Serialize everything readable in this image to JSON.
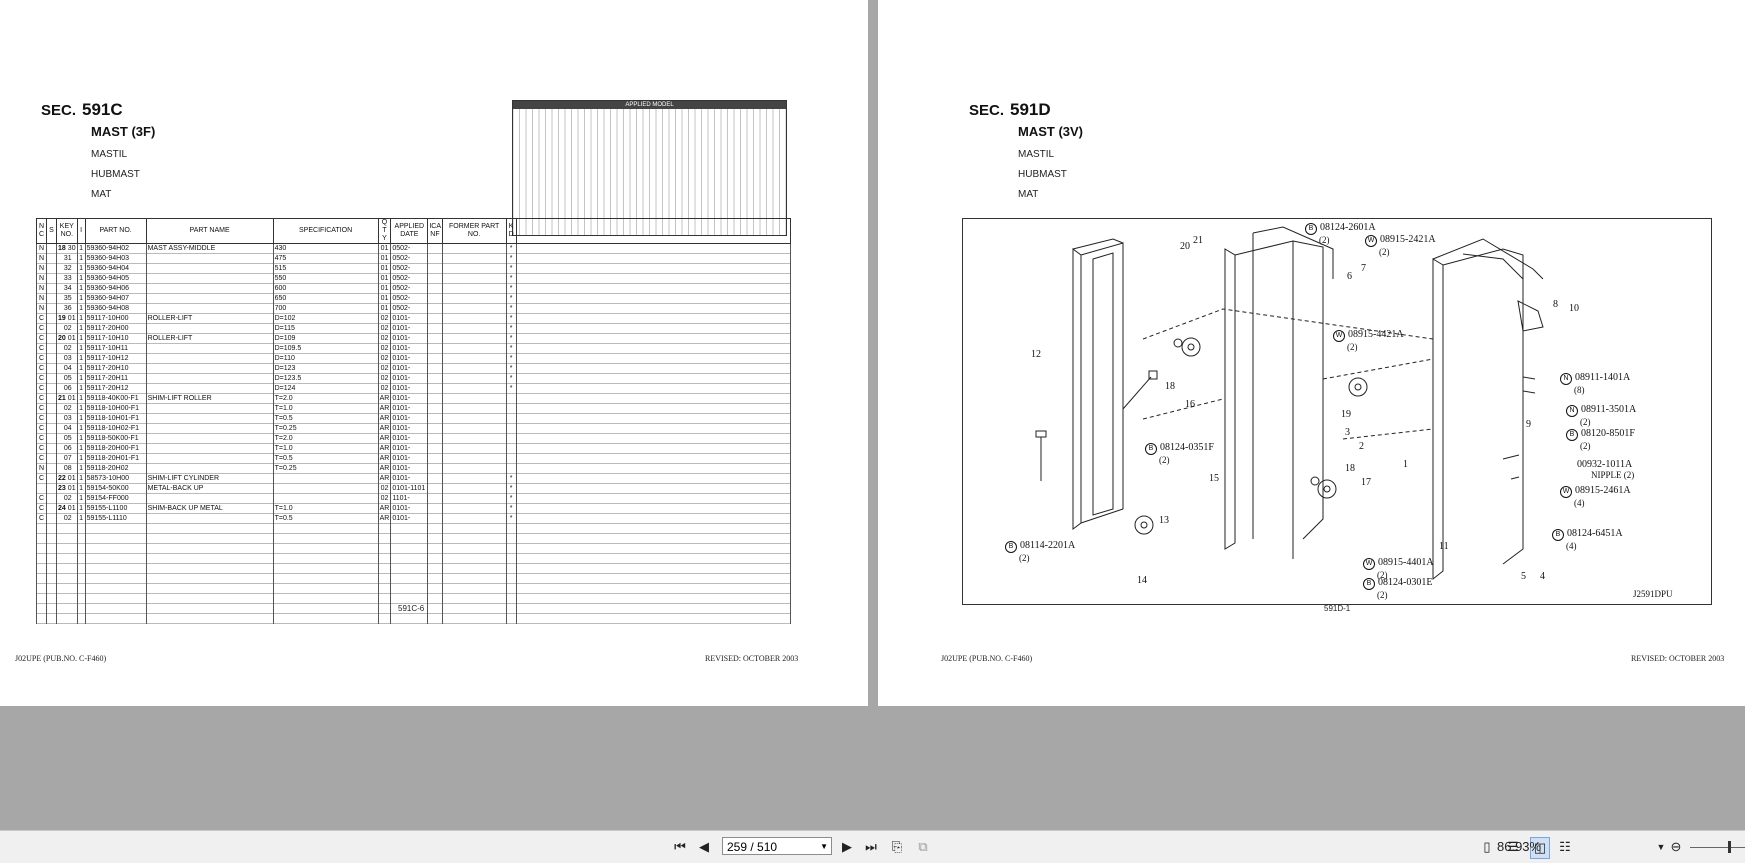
{
  "left_page": {
    "sec_label": "SEC.",
    "sec_number": "591C",
    "title": "MAST (3F)",
    "subtitles": [
      "MASTIL",
      "HUBMAST",
      "MAT"
    ],
    "applied_model_header": "APPLIED MODEL",
    "columns": {
      "nc": "N C",
      "s": "S",
      "key_no": "KEY NO.",
      "qty_i": "I",
      "part_no": "PART NO.",
      "part_name": "PART NAME",
      "spec": "SPECIFICATION",
      "q": "Q T Y",
      "applied_date": "APPLIED DATE",
      "ica": "ICA NF",
      "former": "FORMER PART NO.",
      "kd": "K D"
    },
    "rows": [
      {
        "nc": "N",
        "key": "18",
        "sub": "30",
        "qty": "1",
        "part_no": "59360-94H02",
        "name": "MAST ASSY-MIDDLE",
        "spec": "430",
        "q": "01",
        "date": "0502-",
        "kd": "*"
      },
      {
        "nc": "N",
        "key": "",
        "sub": "31",
        "qty": "1",
        "part_no": "59360-94H03",
        "name": "",
        "spec": "475",
        "q": "01",
        "date": "0502-",
        "kd": "*"
      },
      {
        "nc": "N",
        "key": "",
        "sub": "32",
        "qty": "1",
        "part_no": "59360-94H04",
        "name": "",
        "spec": "515",
        "q": "01",
        "date": "0502-",
        "kd": "*"
      },
      {
        "nc": "N",
        "key": "",
        "sub": "33",
        "qty": "1",
        "part_no": "59360-94H05",
        "name": "",
        "spec": "550",
        "q": "01",
        "date": "0502-",
        "kd": "*"
      },
      {
        "nc": "N",
        "key": "",
        "sub": "34",
        "qty": "1",
        "part_no": "59360-94H06",
        "name": "",
        "spec": "600",
        "q": "01",
        "date": "0502-",
        "kd": "*"
      },
      {
        "nc": "N",
        "key": "",
        "sub": "35",
        "qty": "1",
        "part_no": "59360-94H07",
        "name": "",
        "spec": "650",
        "q": "01",
        "date": "0502-",
        "kd": "*"
      },
      {
        "nc": "N",
        "key": "",
        "sub": "36",
        "qty": "1",
        "part_no": "59360-94H08",
        "name": "",
        "spec": "700",
        "q": "01",
        "date": "0502-",
        "kd": "*"
      },
      {
        "nc": "C",
        "key": "19",
        "sub": "01",
        "qty": "1",
        "part_no": "59117-10H00",
        "name": "ROLLER-LIFT",
        "spec": "D=102",
        "q": "02",
        "date": "0101-",
        "kd": "*"
      },
      {
        "nc": "C",
        "key": "",
        "sub": "02",
        "qty": "1",
        "part_no": "59117-20H00",
        "name": "",
        "spec": "D=115",
        "q": "02",
        "date": "0101-",
        "kd": "*"
      },
      {
        "nc": "C",
        "key": "20",
        "sub": "01",
        "qty": "1",
        "part_no": "59117-10H10",
        "name": "ROLLER-LIFT",
        "spec": "D=109",
        "q": "02",
        "date": "0101-",
        "kd": "*"
      },
      {
        "nc": "C",
        "key": "",
        "sub": "02",
        "qty": "1",
        "part_no": "59117-10H11",
        "name": "",
        "spec": "D=109.5",
        "q": "02",
        "date": "0101-",
        "kd": "*"
      },
      {
        "nc": "C",
        "key": "",
        "sub": "03",
        "qty": "1",
        "part_no": "59117-10H12",
        "name": "",
        "spec": "D=110",
        "q": "02",
        "date": "0101-",
        "kd": "*"
      },
      {
        "nc": "C",
        "key": "",
        "sub": "04",
        "qty": "1",
        "part_no": "59117-20H10",
        "name": "",
        "spec": "D=123",
        "q": "02",
        "date": "0101-",
        "kd": "*"
      },
      {
        "nc": "C",
        "key": "",
        "sub": "05",
        "qty": "1",
        "part_no": "59117-20H11",
        "name": "",
        "spec": "D=123.5",
        "q": "02",
        "date": "0101-",
        "kd": "*"
      },
      {
        "nc": "C",
        "key": "",
        "sub": "06",
        "qty": "1",
        "part_no": "59117-20H12",
        "name": "",
        "spec": "D=124",
        "q": "02",
        "date": "0101-",
        "kd": "*"
      },
      {
        "nc": "C",
        "key": "21",
        "sub": "01",
        "qty": "1",
        "part_no": "59118-40K00-F1",
        "name": "SHIM-LIFT ROLLER",
        "spec": "T=2.0",
        "q": "AR",
        "date": "0101-",
        "kd": ""
      },
      {
        "nc": "C",
        "key": "",
        "sub": "02",
        "qty": "1",
        "part_no": "59118-10H00-F1",
        "name": "",
        "spec": "T=1.0",
        "q": "AR",
        "date": "0101-",
        "kd": ""
      },
      {
        "nc": "C",
        "key": "",
        "sub": "03",
        "qty": "1",
        "part_no": "59118-10H01-F1",
        "name": "",
        "spec": "T=0.5",
        "q": "AR",
        "date": "0101-",
        "kd": ""
      },
      {
        "nc": "C",
        "key": "",
        "sub": "04",
        "qty": "1",
        "part_no": "59118-10H02-F1",
        "name": "",
        "spec": "T=0.25",
        "q": "AR",
        "date": "0101-",
        "kd": ""
      },
      {
        "nc": "C",
        "key": "",
        "sub": "05",
        "qty": "1",
        "part_no": "59118-50K00-F1",
        "name": "",
        "spec": "T=2.0",
        "q": "AR",
        "date": "0101-",
        "kd": ""
      },
      {
        "nc": "C",
        "key": "",
        "sub": "06",
        "qty": "1",
        "part_no": "59118-20H00-F1",
        "name": "",
        "spec": "T=1.0",
        "q": "AR",
        "date": "0101-",
        "kd": ""
      },
      {
        "nc": "C",
        "key": "",
        "sub": "07",
        "qty": "1",
        "part_no": "59118-20H01-F1",
        "name": "",
        "spec": "T=0.5",
        "q": "AR",
        "date": "0101-",
        "kd": ""
      },
      {
        "nc": "N",
        "key": "",
        "sub": "08",
        "qty": "1",
        "part_no": "59118-20H02",
        "name": "",
        "spec": "T=0.25",
        "q": "AR",
        "date": "0101-",
        "kd": ""
      },
      {
        "nc": "C",
        "key": "22",
        "sub": "01",
        "qty": "1",
        "part_no": "58573-10H00",
        "name": "SHIM-LIFT CYLINDER",
        "spec": "",
        "q": "AR",
        "date": "0101-",
        "kd": "*"
      },
      {
        "nc": "",
        "key": "23",
        "sub": "01",
        "qty": "1",
        "part_no": "59154-50K00",
        "name": "METAL-BACK UP",
        "spec": "",
        "q": "02",
        "date": "0101-1101",
        "kd": "*"
      },
      {
        "nc": "C",
        "key": "",
        "sub": "02",
        "qty": "1",
        "part_no": "59154-FF000",
        "name": "",
        "spec": "",
        "q": "02",
        "date": "1101-",
        "kd": "*"
      },
      {
        "nc": "C",
        "key": "24",
        "sub": "01",
        "qty": "1",
        "part_no": "59155-L1100",
        "name": "SHIM-BACK UP METAL",
        "spec": "T=1.0",
        "q": "AR",
        "date": "0101-",
        "kd": "*"
      },
      {
        "nc": "C",
        "key": "",
        "sub": "02",
        "qty": "1",
        "part_no": "59155-L1110",
        "name": "",
        "spec": "T=0.5",
        "q": "AR",
        "date": "0101-",
        "kd": "*"
      }
    ],
    "page_number": "591C-6",
    "footer_left": "J02UPE (PUB.NO. C-F460)",
    "footer_right": "REVISED: OCTOBER 2003"
  },
  "right_page": {
    "sec_label": "SEC.",
    "sec_number": "591D",
    "title": "MAST (3V)",
    "subtitles": [
      "MASTIL",
      "HUBMAST",
      "MAT"
    ],
    "callouts": [
      {
        "badge": "B",
        "text": "08124-2601A",
        "qty": "(2)"
      },
      {
        "badge": "W",
        "text": "08915-2421A",
        "qty": "(2)"
      },
      {
        "badge": "W",
        "text": "08915-4421A",
        "qty": "(2)"
      },
      {
        "badge": "N",
        "text": "08911-1401A",
        "qty": "(8)"
      },
      {
        "badge": "N",
        "text": "08911-3501A",
        "qty": "(2)"
      },
      {
        "badge": "B",
        "text": "08120-8501F",
        "qty": "(2)"
      },
      {
        "badge": "",
        "text": "00932-1011A",
        "qty": "NIPPLE (2)"
      },
      {
        "badge": "W",
        "text": "08915-2461A",
        "qty": "(4)"
      },
      {
        "badge": "B",
        "text": "08124-6451A",
        "qty": "(4)"
      },
      {
        "badge": "B",
        "text": "08124-0351F",
        "qty": "(2)"
      },
      {
        "badge": "B",
        "text": "08114-2201A",
        "qty": "(2)"
      },
      {
        "badge": "W",
        "text": "08915-4401A",
        "qty": "(2)"
      },
      {
        "badge": "B",
        "text": "08124-0301E",
        "qty": "(2)"
      }
    ],
    "ref_numbers": [
      "20",
      "21",
      "6",
      "7",
      "8",
      "10",
      "12",
      "18",
      "16",
      "19",
      "3",
      "2",
      "9",
      "1",
      "15",
      "18",
      "17",
      "13",
      "14",
      "11",
      "5",
      "4"
    ],
    "figure_code": "J2591DPU",
    "page_number": "591D-1",
    "footer_left": "J02UPE (PUB.NO. C-F460)",
    "footer_right": "REVISED: OCTOBER 2003"
  },
  "toolbar": {
    "page_display": "259 / 510",
    "zoom": "86.93%"
  }
}
